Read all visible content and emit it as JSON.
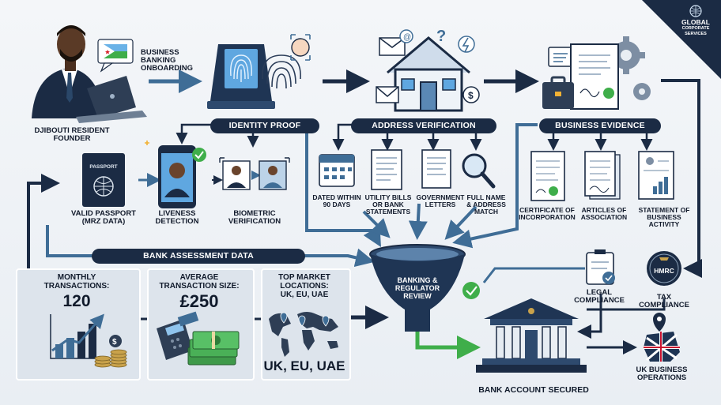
{
  "corner_badge": {
    "line1": "GLOBAL",
    "line2": "CORPORATE",
    "line3": "SERVICES"
  },
  "founder": {
    "label_line1": "DJIBOUTI RESIDENT",
    "label_line2": "FOUNDER"
  },
  "onboarding": {
    "line1": "BUSINESS",
    "line2": "BANKING",
    "line3": "ONBOARDING"
  },
  "sections": {
    "identity_proof": "IDENTITY PROOF",
    "address_verification": "ADDRESS VERIFICATION",
    "business_evidence": "BUSINESS EVIDENCE",
    "bank_assessment": "BANK ASSESSMENT DATA"
  },
  "identity": {
    "passport_cover": "PASSPORT",
    "passport_l1": "VALID PASSPORT",
    "passport_l2": "(MRZ DATA)",
    "liveness_l1": "LIVENESS",
    "liveness_l2": "DETECTION",
    "biometric_l1": "BIOMETRIC",
    "biometric_l2": "VERIFICATION"
  },
  "address": {
    "a1_l1": "DATED WITHIN",
    "a1_l2": "90 DAYS",
    "a2_l1": "UTILITY BILLS",
    "a2_l2": "OR BANK",
    "a2_l3": "STATEMENTS",
    "a3_l1": "GOVERNMENT",
    "a3_l2": "LETTERS",
    "a4_l1": "FULL NAME",
    "a4_l2": "& ADDRESS",
    "a4_l3": "MATCH"
  },
  "evidence": {
    "e1_l1": "CERTIFICATE OF",
    "e1_l2": "INCORPORATION",
    "e2_l1": "ARTICLES OF",
    "e2_l2": "ASSOCIATION",
    "e3_l1": "STATEMENT OF",
    "e3_l2": "BUSINESS",
    "e3_l3": "ACTIVITY"
  },
  "assessment": {
    "monthly_l1": "MONTHLY",
    "monthly_l2": "TRANSACTIONS:",
    "monthly_value": "120",
    "avg_l1": "AVERAGE",
    "avg_l2": "TRANSACTION SIZE:",
    "avg_value": "£250",
    "markets_l1": "TOP MARKET",
    "markets_l2": "LOCATIONS:",
    "markets_l3": "UK, EU, UAE",
    "markets_value": "UK, EU, UAE"
  },
  "funnel": {
    "l1": "BANKING &",
    "l2": "REGULATOR",
    "l3": "REVIEW"
  },
  "compliance": {
    "legal_l1": "LEGAL",
    "legal_l2": "COMPLIANCE",
    "tax_l1": "TAX",
    "tax_l2": "COMPLIANCE",
    "hmrc": "HMRC"
  },
  "outcome": {
    "bank": "BANK ACCOUNT SECURED",
    "uk_l1": "UK BUSINESS",
    "uk_l2": "OPERATIONS"
  },
  "colors": {
    "navy": "#1b2b44",
    "steel": "#3f6d96",
    "green": "#3fae4a",
    "gold": "#f2b134"
  }
}
